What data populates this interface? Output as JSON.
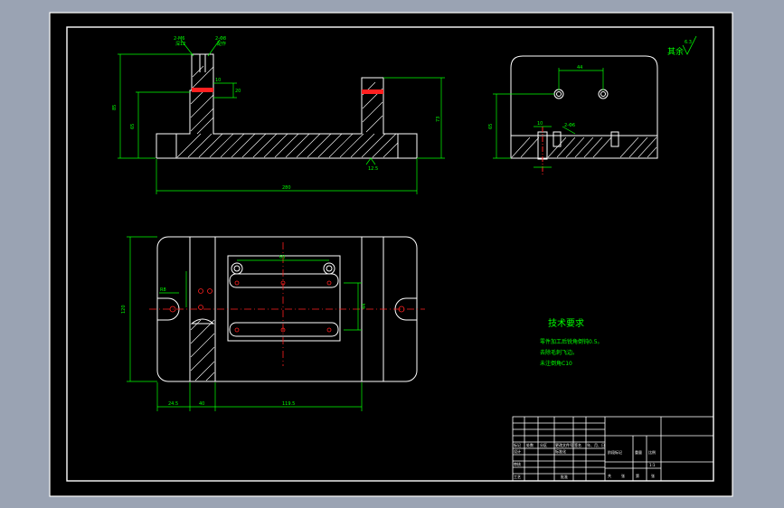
{
  "colors": {
    "frame": "#9aa3b3",
    "paper": "#000000",
    "line": "#ffffff",
    "dim": "#00ff00",
    "center": "#ff2020",
    "hatch": "#ffffff"
  },
  "front_view": {
    "callout_left": "2-M6",
    "callout_left_sub": "深12",
    "callout_right": "2-Φ8",
    "callout_right_sub": "配作",
    "dim_total_width": "280",
    "dim_height_outer": "85",
    "dim_height_inner": "65",
    "dim_height_right": "73",
    "dim_top_a": "10",
    "dim_top_b": "20",
    "roughness": "12.5"
  },
  "side_view": {
    "dim_hole_spacing": "44",
    "dim_height": "65",
    "dim_step": "10",
    "callout": "2-Φ6"
  },
  "top_view": {
    "dim_height": "120",
    "dim_left": "24.5",
    "dim_mid": "40",
    "dim_right": "119.5",
    "dim_slot": "60",
    "dim_slot2": "44",
    "dim_r": "R8"
  },
  "roughness_note": {
    "label": "其余",
    "value": "6.3"
  },
  "tech_requirements": {
    "title": "技术要求",
    "lines": [
      "零件加工后锐角倒钝0.5。",
      "去除毛刺飞边。",
      "未注倒角C10"
    ]
  },
  "title_block": {
    "cells": [
      "标记",
      "处数",
      "分区",
      "更改文件号",
      "签名",
      "年、月、日",
      "设计",
      "标准化",
      "阶段标记",
      "重量",
      "比例",
      "审核",
      "工艺",
      "批准",
      "共",
      "张",
      "第",
      "张"
    ],
    "scale": "1:1"
  }
}
